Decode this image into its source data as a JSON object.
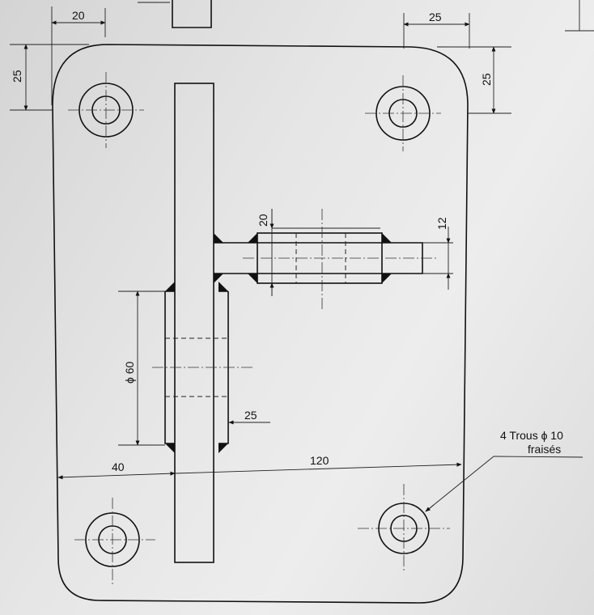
{
  "drawing": {
    "dimensions": {
      "top_left_horizontal": "20",
      "top_left_vertical": "25",
      "top_right_horizontal": "25",
      "top_right_vertical": "25",
      "shaft_height": "20",
      "tab_height": "12",
      "boss_diameter": "ϕ 60",
      "boss_offset": "25",
      "bottom_left": "40",
      "bottom_right": "120"
    },
    "note_line1": "4 Trous ϕ 10",
    "note_line2": "fraisés"
  },
  "colors": {
    "paper": "#e6e6e6",
    "ink": "#111111"
  }
}
